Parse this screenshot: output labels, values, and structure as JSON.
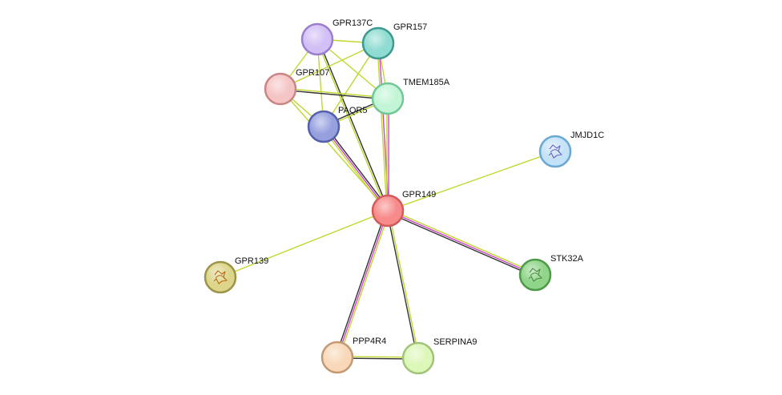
{
  "network": {
    "nodes": [
      {
        "id": "GPR149",
        "label": "GPR149",
        "fill": "#f78a8a",
        "stroke": "#d25a5a",
        "icon": ""
      },
      {
        "id": "GPR137C",
        "label": "GPR137C",
        "fill": "#d2bff5",
        "stroke": "#9a7fce",
        "icon": ""
      },
      {
        "id": "GPR157",
        "label": "GPR157",
        "fill": "#8fdcd2",
        "stroke": "#3e9a8e",
        "icon": ""
      },
      {
        "id": "GPR107",
        "label": "GPR107",
        "fill": "#f5c4c4",
        "stroke": "#c98686",
        "icon": ""
      },
      {
        "id": "TMEM185A",
        "label": "TMEM185A",
        "fill": "#c2f5d6",
        "stroke": "#72c796",
        "icon": ""
      },
      {
        "id": "PAQR5",
        "label": "PAQR5",
        "fill": "#96a0de",
        "stroke": "#5560aa",
        "icon": ""
      },
      {
        "id": "JMJD1C",
        "label": "JMJD1C",
        "fill": "#c4e2f7",
        "stroke": "#6aa8d4",
        "icon": "protein-structure-icon"
      },
      {
        "id": "GPR139",
        "label": "GPR139",
        "fill": "#dcd58a",
        "stroke": "#9c9448",
        "icon": "protein-structure-icon"
      },
      {
        "id": "STK32A",
        "label": "STK32A",
        "fill": "#8fd488",
        "stroke": "#4e9a48",
        "icon": "protein-structure-icon"
      },
      {
        "id": "PPP4R4",
        "label": "PPP4R4",
        "fill": "#f8d8b8",
        "stroke": "#c49a72",
        "icon": ""
      },
      {
        "id": "SERPINA9",
        "label": "SERPINA9",
        "fill": "#dcf7b8",
        "stroke": "#a2c47a",
        "icon": ""
      }
    ],
    "edge_colors": {
      "textmining": "#c2d62e",
      "coexpression": "#333333",
      "experimental": "#cc44cc",
      "database": "#3ec3c3"
    },
    "edges": [
      {
        "source": "GPR149",
        "target": "GPR137C",
        "types": [
          "textmining",
          "coexpression"
        ]
      },
      {
        "source": "GPR149",
        "target": "GPR157",
        "types": [
          "textmining",
          "experimental"
        ]
      },
      {
        "source": "GPR149",
        "target": "GPR107",
        "types": [
          "textmining"
        ]
      },
      {
        "source": "GPR149",
        "target": "TMEM185A",
        "types": [
          "textmining",
          "experimental"
        ]
      },
      {
        "source": "GPR149",
        "target": "PAQR5",
        "types": [
          "textmining",
          "experimental",
          "coexpression"
        ]
      },
      {
        "source": "GPR149",
        "target": "JMJD1C",
        "types": [
          "textmining"
        ]
      },
      {
        "source": "GPR149",
        "target": "GPR139",
        "types": [
          "textmining"
        ]
      },
      {
        "source": "GPR149",
        "target": "STK32A",
        "types": [
          "textmining",
          "experimental",
          "coexpression"
        ]
      },
      {
        "source": "GPR149",
        "target": "PPP4R4",
        "types": [
          "textmining",
          "experimental",
          "coexpression"
        ]
      },
      {
        "source": "GPR149",
        "target": "SERPINA9",
        "types": [
          "textmining",
          "coexpression"
        ]
      },
      {
        "source": "GPR137C",
        "target": "GPR157",
        "types": [
          "textmining"
        ]
      },
      {
        "source": "GPR137C",
        "target": "GPR107",
        "types": [
          "textmining"
        ]
      },
      {
        "source": "GPR137C",
        "target": "TMEM185A",
        "types": [
          "textmining"
        ]
      },
      {
        "source": "GPR137C",
        "target": "PAQR5",
        "types": [
          "textmining"
        ]
      },
      {
        "source": "GPR157",
        "target": "GPR107",
        "types": [
          "textmining"
        ]
      },
      {
        "source": "GPR157",
        "target": "TMEM185A",
        "types": [
          "textmining"
        ]
      },
      {
        "source": "GPR157",
        "target": "PAQR5",
        "types": [
          "textmining"
        ]
      },
      {
        "source": "GPR107",
        "target": "TMEM185A",
        "types": [
          "textmining",
          "coexpression"
        ]
      },
      {
        "source": "GPR107",
        "target": "PAQR5",
        "types": [
          "textmining"
        ]
      },
      {
        "source": "TMEM185A",
        "target": "PAQR5",
        "types": [
          "textmining",
          "coexpression"
        ]
      },
      {
        "source": "PPP4R4",
        "target": "SERPINA9",
        "types": [
          "textmining",
          "coexpression"
        ]
      }
    ]
  }
}
